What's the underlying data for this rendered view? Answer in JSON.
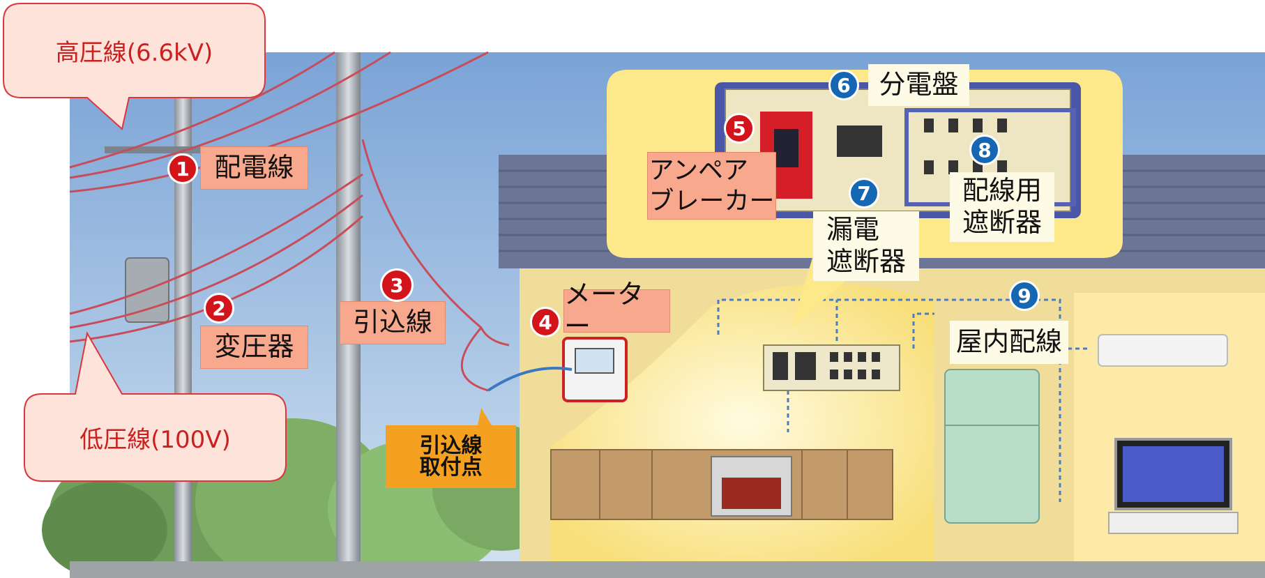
{
  "callouts": {
    "high_voltage": "高圧線(6.6kV)",
    "low_voltage": "低圧線(100V)"
  },
  "labels": {
    "distribution_line": "配電線",
    "transformer": "変圧器",
    "service_drop": "引込線",
    "meter": "メーター",
    "ampere_breaker": "アンペア\nブレーカー",
    "distribution_board": "分電盤",
    "earth_leakage_breaker": "漏電\n遮断器",
    "wiring_breaker": "配線用\n遮断器",
    "indoor_wiring": "屋内配線"
  },
  "badges": {
    "b1": "1",
    "b2": "2",
    "b3": "3",
    "b4": "4",
    "b5": "5",
    "b6": "6",
    "b7": "7",
    "b8": "8",
    "b9": "9"
  },
  "service_point_tag": "引込線\n取付点",
  "colors": {
    "callout_fill": "#fde3d9",
    "callout_border": "#d9363e",
    "callout_text": "#cc1f1f",
    "label_fill": "#f8a98d",
    "badge_red": "#d4141b",
    "badge_blue": "#1566b3",
    "sky": "#8fb3dc",
    "house_wall": "#fbeab0",
    "roof": "#6d7597",
    "panel_bg": "#fde98a"
  }
}
